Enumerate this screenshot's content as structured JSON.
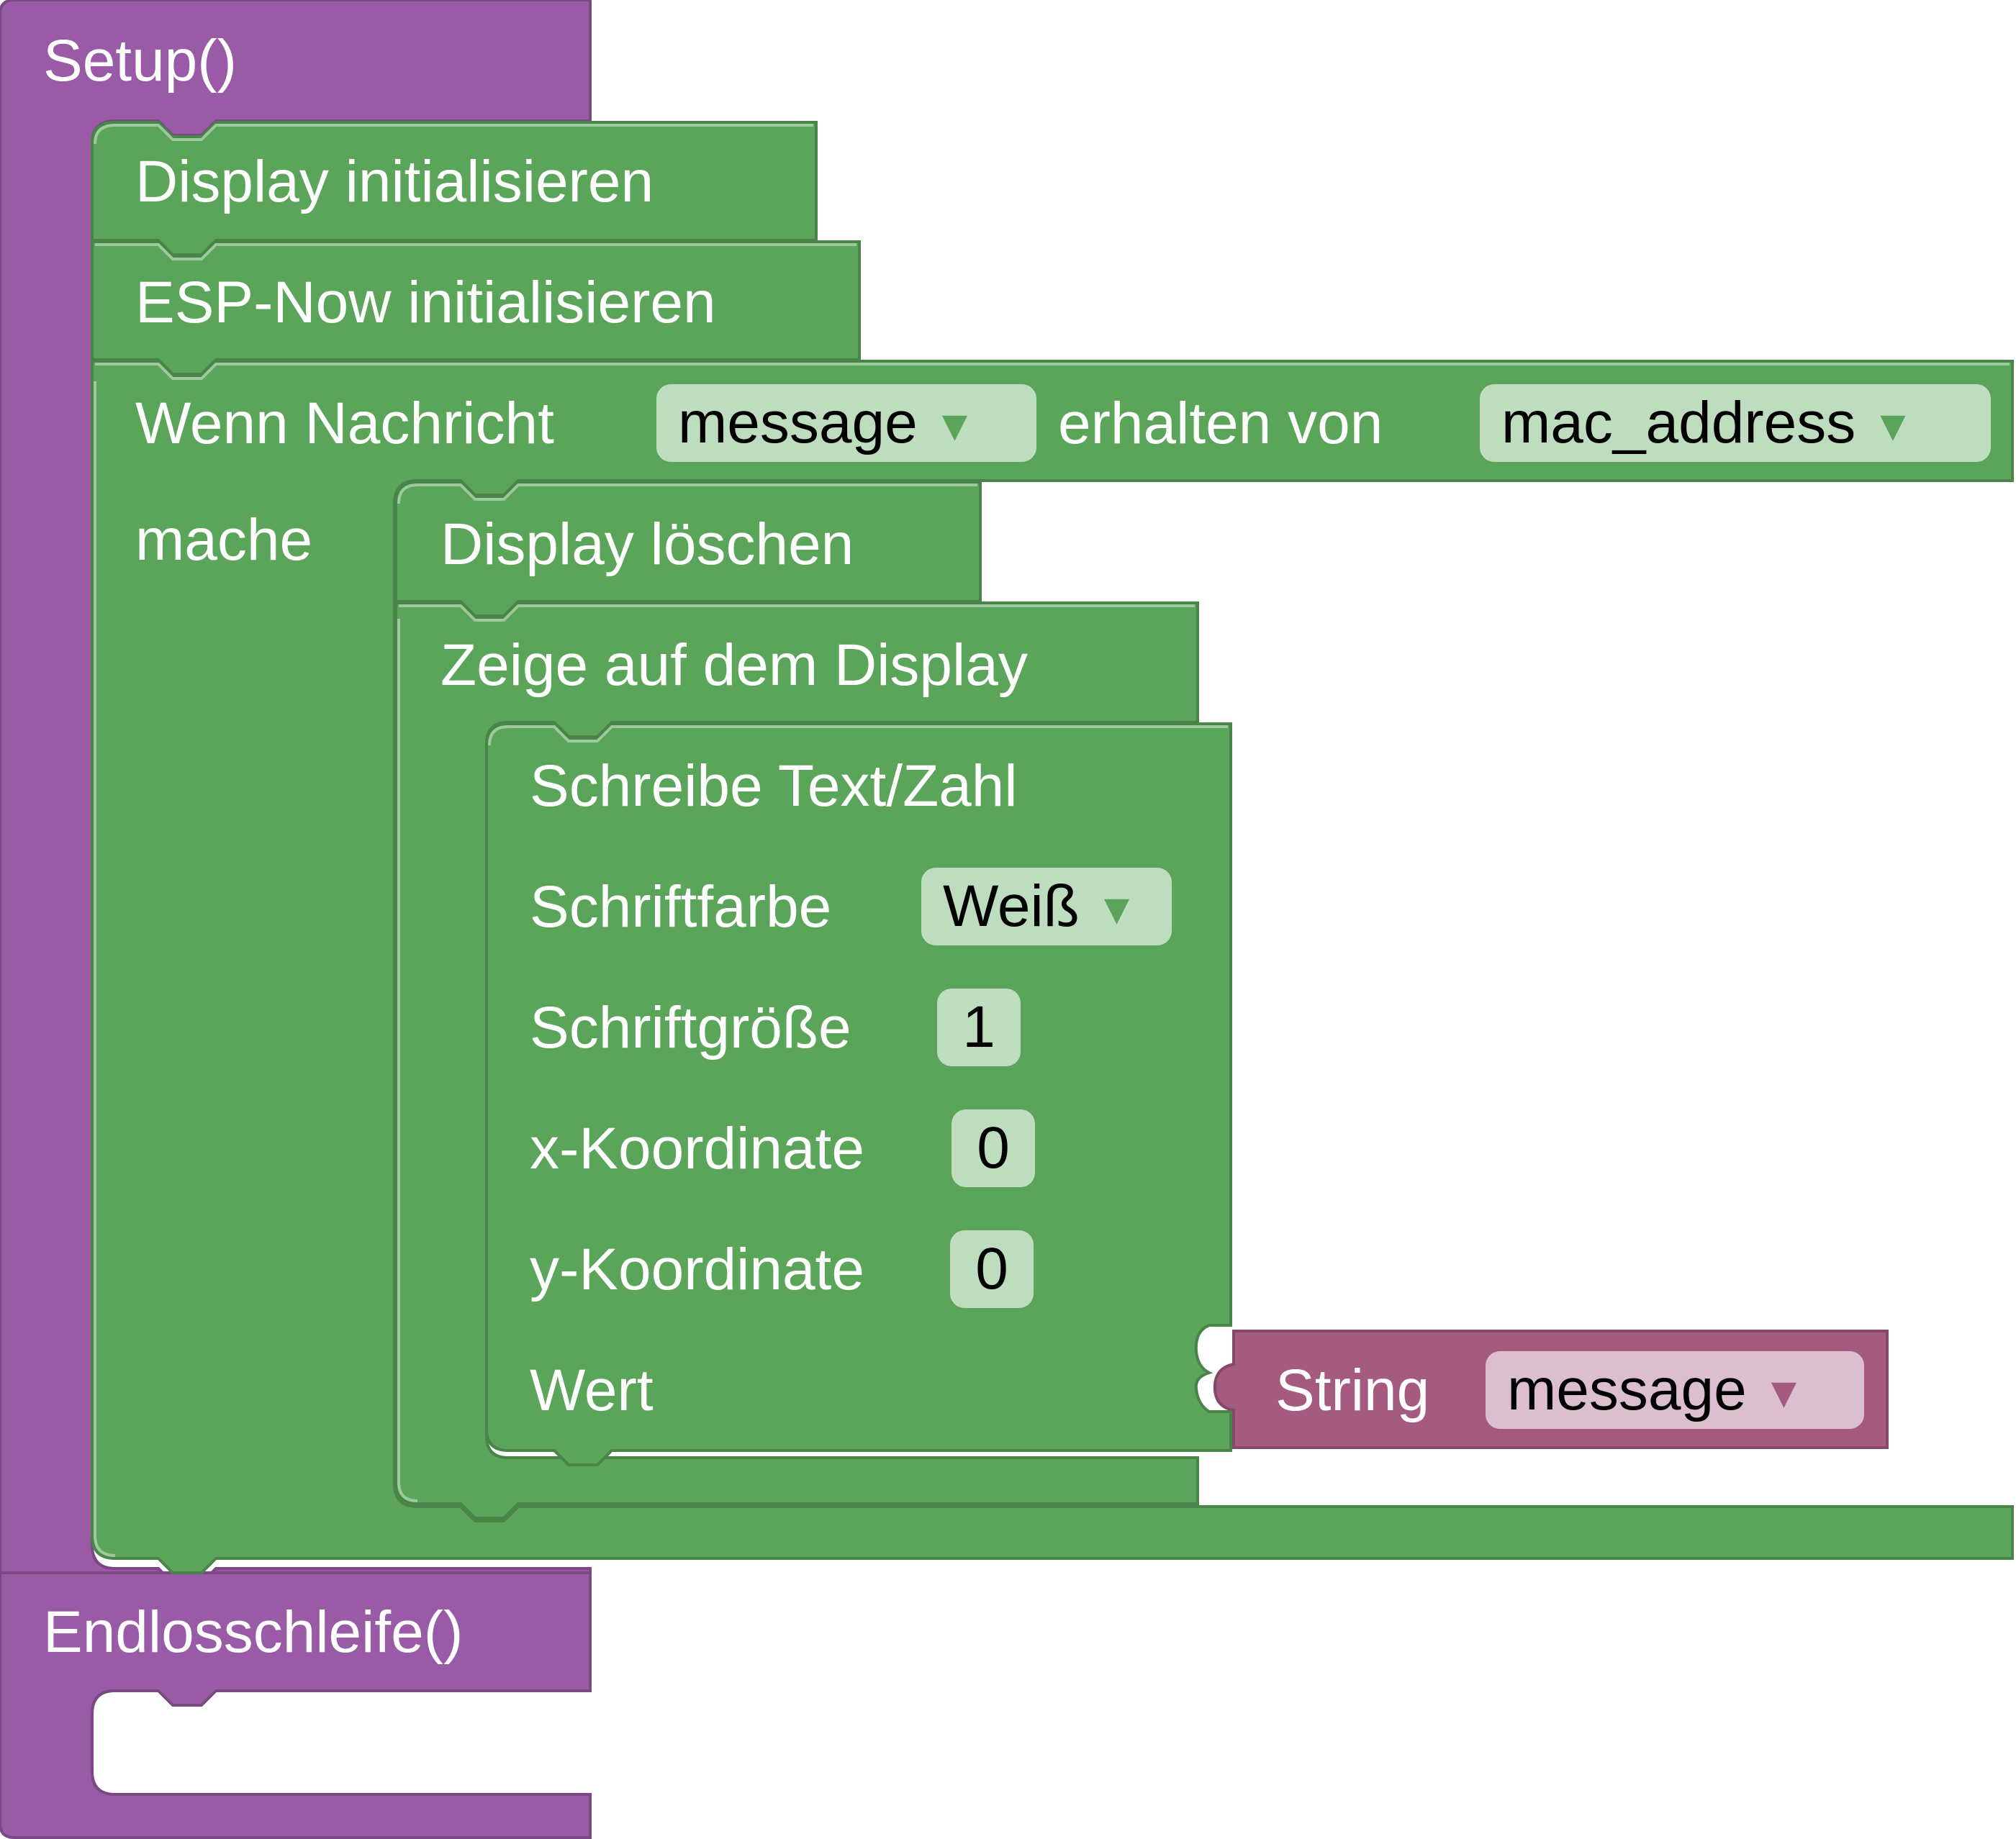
{
  "colors": {
    "setup_block": "#995ba5",
    "setup_dark": "#7a4984",
    "action_block": "#5ba55b",
    "action_light": "#9dc99d",
    "action_dark": "#498449",
    "field_green": "#bedcbe",
    "text_block": "#a55b80",
    "field_pink": "#dcbfcf"
  },
  "setup": {
    "label": "Setup()",
    "icon": "setup-block"
  },
  "loop": {
    "label": "Endlosschleife()",
    "icon": "loop-block"
  },
  "blocks": {
    "display_init": {
      "label": "Display initialisieren"
    },
    "espnow_init": {
      "label": "ESP-Now initialisieren"
    },
    "on_message": {
      "label": "Wenn Nachricht",
      "message_var": "message",
      "received_from": "erhalten von",
      "mac_var": "mac_address",
      "do_label": "mache"
    },
    "display_clear": {
      "label": "Display löschen"
    },
    "display_show": {
      "label": "Zeige auf dem Display"
    },
    "write_text": {
      "label": "Schreibe Text/Zahl",
      "color_label": "Schriftfarbe",
      "color_value": "Weiß",
      "size_label": "Schriftgröße",
      "size_value": "1",
      "x_label": "x-Koordinate",
      "x_value": "0",
      "y_label": "y-Koordinate",
      "y_value": "0",
      "value_label": "Wert"
    },
    "string_cast": {
      "label": "String",
      "var": "message"
    }
  },
  "dropdown_icon": "triangle-down-icon"
}
